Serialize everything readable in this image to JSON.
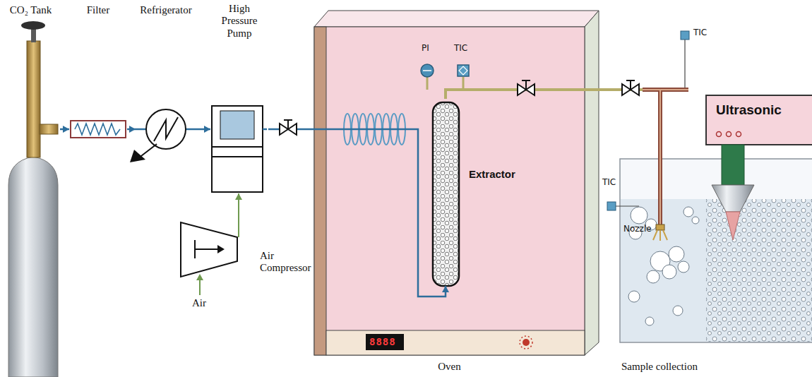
{
  "diagram": {
    "nodes": [
      {
        "text": [
          "CO₂ Tank"
        ]
      },
      {
        "text": [
          "Filter"
        ]
      },
      {
        "text": [
          "Refrigerator"
        ]
      },
      {
        "text": [
          "High Pressure Pump"
        ]
      },
      {
        "text": [
          "Air Compressor"
        ]
      },
      {
        "text": [
          "Oven"
        ]
      },
      {
        "text": [
          "Extractor"
        ],
        "in": 5
      },
      {
        "text": [
          "Ultrasonic"
        ]
      },
      {
        "text": [
          "Sample collection"
        ]
      }
    ],
    "edges": [
      {
        "from": 0,
        "to": 1,
        "arrow": "to"
      },
      {
        "from": 1,
        "to": 2,
        "arrow": "to"
      },
      {
        "from": 2,
        "to": 3,
        "arrow": "to"
      },
      {
        "from": 4,
        "to": 3,
        "arrow": "to"
      },
      {
        "from": 3,
        "to": 6,
        "arrow": "to"
      },
      {
        "from": 6,
        "to": 8,
        "arrow": "none"
      }
    ],
    "labels": [
      "PI",
      "TIC",
      "TIC",
      "TIC",
      "Nozzle",
      "Air",
      "8888"
    ]
  }
}
